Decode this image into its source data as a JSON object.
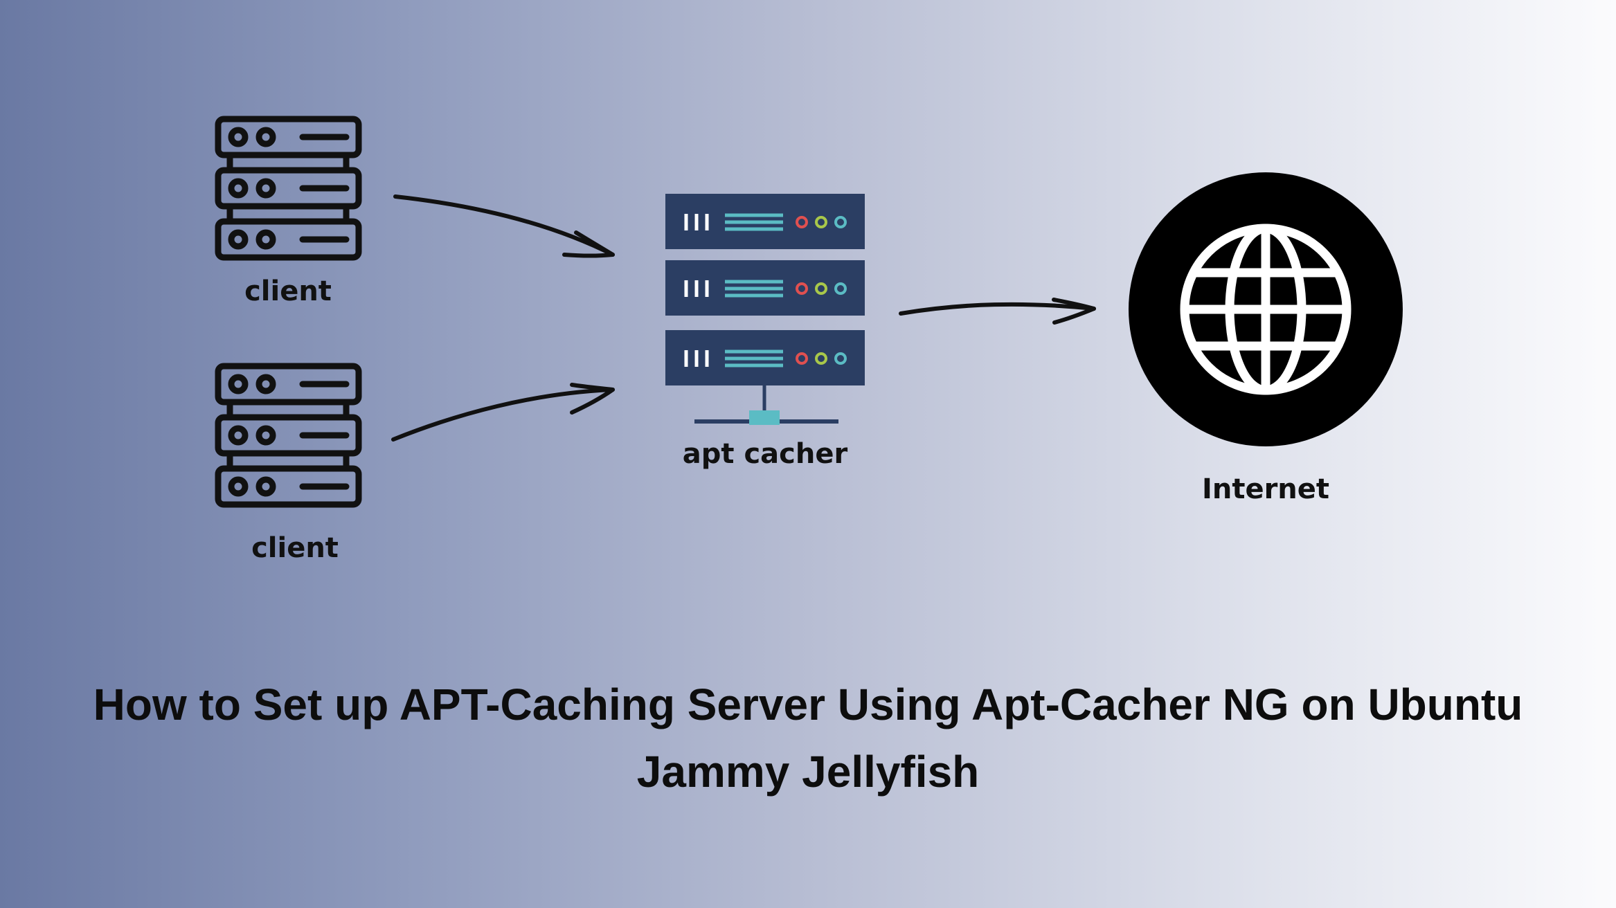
{
  "nodes": {
    "client_top": {
      "label": "client"
    },
    "client_bottom": {
      "label": "client"
    },
    "apt_cacher": {
      "label": "apt cacher"
    },
    "internet": {
      "label": "Internet"
    }
  },
  "edges": [
    {
      "from": "client_top",
      "to": "apt_cacher"
    },
    {
      "from": "client_bottom",
      "to": "apt_cacher"
    },
    {
      "from": "apt_cacher",
      "to": "internet"
    }
  ],
  "title": {
    "line1": "How to Set up APT-Caching Server Using Apt-Cacher NG on Ubuntu",
    "line2": "Jammy Jellyfish"
  },
  "colors": {
    "background_left": "#6a79a3",
    "background_right": "#fbfbfd",
    "server_panel": "#2b3e63",
    "teal_accent": "#5bbcc4",
    "led_red": "#e05050",
    "led_green": "#a8c84a",
    "led_teal": "#5bbcc4",
    "ink": "#111111"
  },
  "icons": {
    "client": "server-rack-outline-icon",
    "apt_cacher": "server-stack-icon",
    "internet": "globe-icon",
    "edge": "hand-drawn-arrow-icon"
  }
}
